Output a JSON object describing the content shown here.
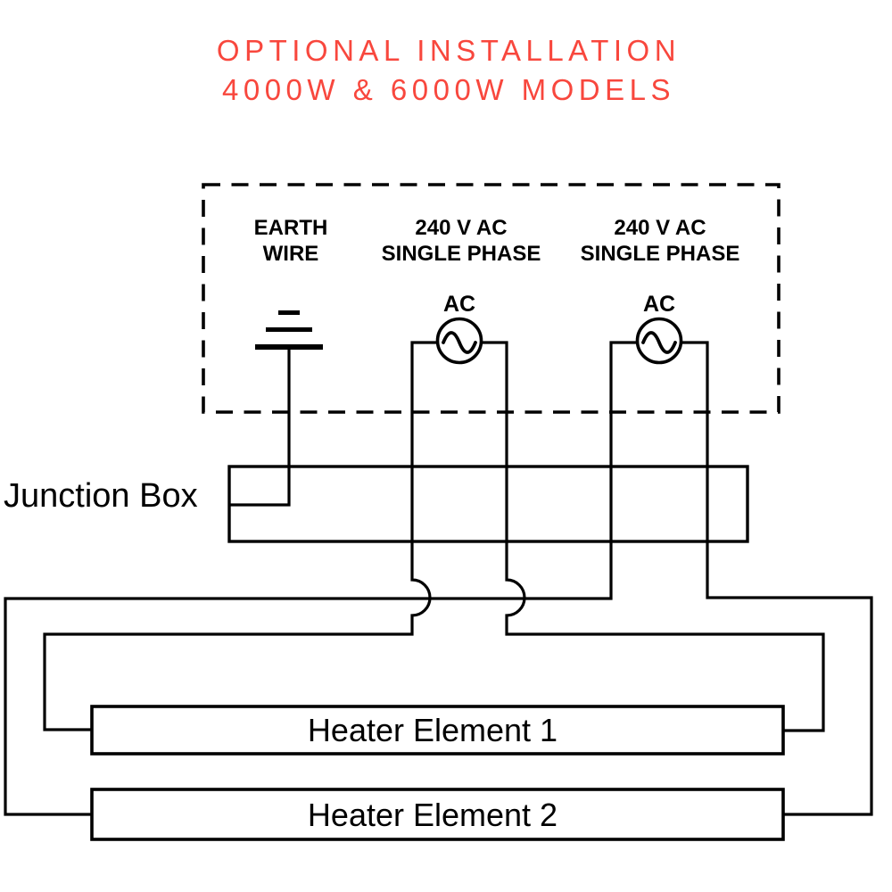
{
  "colors": {
    "accent": "#f8473d",
    "ink": "#000000",
    "background": "#ffffff"
  },
  "title": {
    "line1": "OPTIONAL INSTALLATION",
    "line2": "4000W & 6000W MODELS"
  },
  "supply": {
    "earth": {
      "line1": "EARTH",
      "line2": "WIRE"
    },
    "source1": {
      "line1": "240 V AC",
      "line2": "SINGLE PHASE",
      "symbol": "AC"
    },
    "source2": {
      "line1": "240 V AC",
      "line2": "SINGLE PHASE",
      "symbol": "AC"
    }
  },
  "junction_box": {
    "label": "Junction Box"
  },
  "heaters": [
    {
      "label": "Heater Element 1"
    },
    {
      "label": "Heater Element 2"
    }
  ]
}
